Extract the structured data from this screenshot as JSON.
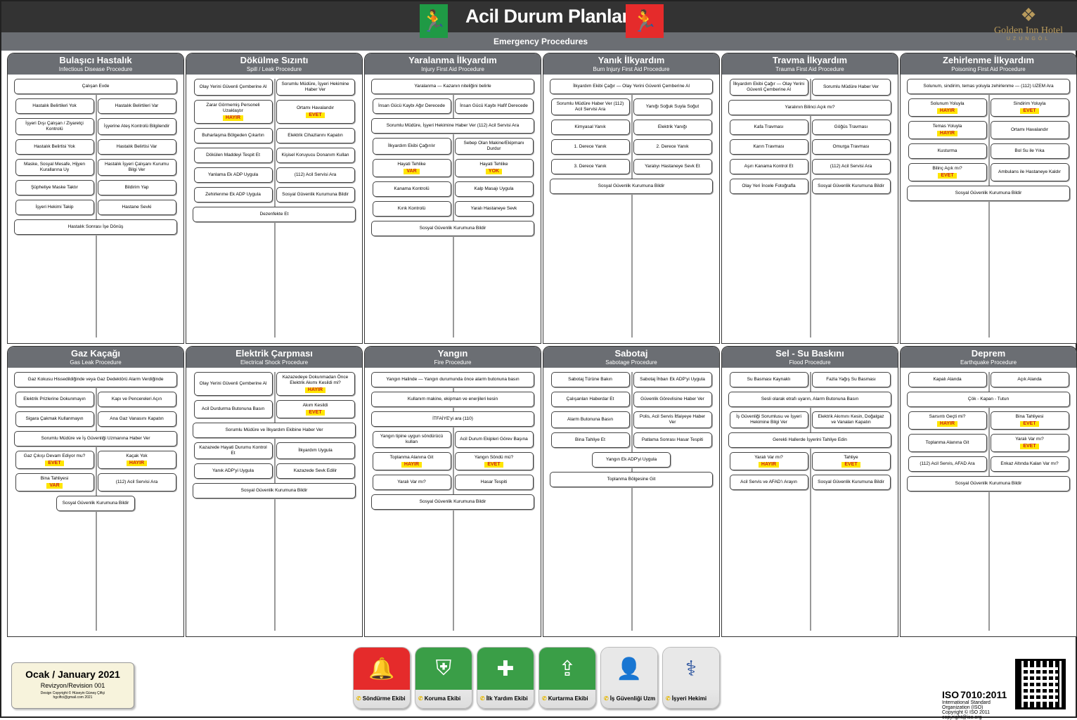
{
  "header": {
    "title": "Acil Durum Planları",
    "subtitle": "Emergency Procedures",
    "logo_name": "Golden Inn Hotel",
    "logo_sub": "UZUNGÖL"
  },
  "panels": [
    {
      "title": "Bulaşıcı Hastalık",
      "subtitle": "Infectious Disease Procedure",
      "nodes": [
        {
          "t": "Çalışan Evde",
          "w": "w"
        },
        {
          "t": "Hastalık Belirtileri Yok"
        },
        {
          "t": "Hastalık Belirtileri Var"
        },
        {
          "t": "İşyeri Dışı Çalışan / Ziyaretçi Kontrolü"
        },
        {
          "t": "İşyerine Ateş Kontrolü Bilgilendir"
        },
        {
          "t": "Hastalık Belirtisi Yok"
        },
        {
          "t": "Hastalık Belirtisi Var"
        },
        {
          "t": "Maske, Sosyal Mesafe, Hijyen Kurallarına Uy"
        },
        {
          "t": "Hastalık İşyeri Çalışanı Kurumu Bilgi Ver"
        },
        {
          "t": "Şüpheliye Maske Taktır"
        },
        {
          "t": "Bildirim Yap"
        },
        {
          "t": "İşyeri Hekimi Takip"
        },
        {
          "t": "Hastane Sevki"
        },
        {
          "t": "Hastalık Sonrası İşe Dönüş",
          "w": "w"
        }
      ]
    },
    {
      "title": "Dökülme Sızıntı",
      "subtitle": "Spill / Leak Procedure",
      "nodes": [
        {
          "t": "Olay Yerini Güvenli Çemberine Al"
        },
        {
          "t": "Sorumlu Müdüre, İşyeri Hekimine Haber Ver"
        },
        {
          "t": "Zarar Görmemiş Personeli Uzaklaştır",
          "tag": "HAYIR"
        },
        {
          "t": "Ortamı Havalandır",
          "tag": "EVET"
        },
        {
          "t": "Buharlaşma Bölgeden Çıkartın"
        },
        {
          "t": "Elektrik Cihazlarını Kapatın"
        },
        {
          "t": "Dökülen Maddeyi Tespit Et"
        },
        {
          "t": "Kişisel Koruyucu Donanım Kullan"
        },
        {
          "t": "Yanlama Ek ADP Uygula"
        },
        {
          "t": "(112) Acil Servisi Ara"
        },
        {
          "t": "Zehirlenme Ek ADP Uygula"
        },
        {
          "t": "Sosyal Güvenlik Kurumuna Bildir"
        },
        {
          "t": "Dezenfekte Et",
          "w": "w"
        }
      ]
    },
    {
      "title": "Yaralanma İlkyardım",
      "subtitle": "Injury First Aid Procedure",
      "nodes": [
        {
          "t": "Yaralanma — Kazanın niteliğini belirle",
          "w": "w"
        },
        {
          "t": "İnsan Gücü Kaybı Ağır Derecede"
        },
        {
          "t": "İnsan Gücü Kaybı Hafif Derecede"
        },
        {
          "t": "Sorumlu Müdüre, İşyeri Hekimine Haber Ver (112) Acil Servisi Ara",
          "w": "w"
        },
        {
          "t": "İlkyardım Ekibi Çağırılır"
        },
        {
          "t": "Sebep Olan Makine/Ekipmanı Durdur"
        },
        {
          "t": "Hayati Tehlike",
          "tag": "VAR"
        },
        {
          "t": "Hayati Tehlike",
          "tag": "YOK"
        },
        {
          "t": "Kanama Kontrolü"
        },
        {
          "t": "Kalp Masajı Uygula"
        },
        {
          "t": "Kırık Kontrolü"
        },
        {
          "t": "Yaralı Hastaneye Sevk"
        },
        {
          "t": "Sosyal Güvenlik Kurumuna Bildir",
          "w": "w"
        }
      ]
    },
    {
      "title": "Yanık İlkyardım",
      "subtitle": "Burn Injury First Aid Procedure",
      "nodes": [
        {
          "t": "İlkyardım Ekibi Çağır — Olay Yerini Güvenli Çemberine Al",
          "w": "w"
        },
        {
          "t": "Sorumlu Müdüre Haber Ver (112) Acil Servisi Ara"
        },
        {
          "t": "Yanığı Soğuk Suyla Soğut"
        },
        {
          "t": "Kimyasal Yanık"
        },
        {
          "t": "Elektrik Yanığı"
        },
        {
          "t": "1. Derece Yanık"
        },
        {
          "t": "2. Derece Yanık"
        },
        {
          "t": "3. Derece Yanık"
        },
        {
          "t": "Yaralıyı Hastaneye Sevk Et"
        },
        {
          "t": "Sosyal Güvenlik Kurumuna Bildir",
          "w": "w"
        }
      ]
    },
    {
      "title": "Travma İlkyardım",
      "subtitle": "Trauma First Aid Procedure",
      "nodes": [
        {
          "t": "İlkyardım Ekibi Çağır — Olay Yerini Güvenli Çemberine Al"
        },
        {
          "t": "Sorumlu Müdüre Haber Ver"
        },
        {
          "t": "Yaralının Bilinci Açık mı?",
          "w": "w"
        },
        {
          "t": "Kafa Travması"
        },
        {
          "t": "Göğüs Travması"
        },
        {
          "t": "Karın Travması"
        },
        {
          "t": "Omurga Travması"
        },
        {
          "t": "Aşırı Kanama Kontrol Et"
        },
        {
          "t": "(112) Acil Servisi Ara"
        },
        {
          "t": "Olay Yeri İncele Fotoğrafla"
        },
        {
          "t": "Sosyal Güvenlik Kurumuna Bildir"
        }
      ]
    },
    {
      "title": "Zehirlenme İlkyardım",
      "subtitle": "Poisoning First Aid Procedure",
      "nodes": [
        {
          "t": "Solunum, sindirim, temas yoluyla zehirlenme — (112) UZEM Ara",
          "w": "w"
        },
        {
          "t": "Solunum Yoluyla",
          "tag": "HAYIR"
        },
        {
          "t": "Sindirim Yoluyla",
          "tag": "EVET"
        },
        {
          "t": "Temas Yoluyla",
          "tag": "HAYIR"
        },
        {
          "t": "Ortamı Havalandır"
        },
        {
          "t": "Kusturma"
        },
        {
          "t": "Bol Su ile Yıka"
        },
        {
          "t": "Bilinç Açık mı?",
          "tag": "EVET"
        },
        {
          "t": "Ambulans ile Hastaneye Kaldır"
        },
        {
          "t": "Sosyal Güvenlik Kurumuna Bildir",
          "w": "w"
        }
      ]
    },
    {
      "title": "Gaz Kaçağı",
      "subtitle": "Gas Leak Procedure",
      "nodes": [
        {
          "t": "Gaz Kokusu Hissedildiğinde veya Gaz Dedektörü Alarm Verdiğinde",
          "w": "w"
        },
        {
          "t": "Elektrik Prizlerine Dokunmayın"
        },
        {
          "t": "Kapı ve Pencereleri Açın"
        },
        {
          "t": "Sigara Çakmak Kullanmayın"
        },
        {
          "t": "Ana Gaz Vanasını Kapatın"
        },
        {
          "t": "Sorumlu Müdüre ve İş Güvenliği Uzmanına Haber Ver",
          "w": "w"
        },
        {
          "t": "Gaz Çıkışı Devam Ediyor mu?",
          "tag": "EVET"
        },
        {
          "t": "Kaçak Yok",
          "tag": "HAYIR"
        },
        {
          "t": "Bina Tahliyesi",
          "tag": "VAR"
        },
        {
          "t": "(112) Acil Servisi Ara"
        },
        {
          "t": "Sosyal Güvenlik Kurumuna Bildir"
        }
      ]
    },
    {
      "title": "Elektrik Çarpması",
      "subtitle": "Electrical Shock Procedure",
      "nodes": [
        {
          "t": "Olay Yerini Güvenli Çemberine Al"
        },
        {
          "t": "Kazazedeye Dokunmadan Önce Elektrik Akımı Kesildi mi?",
          "tag": "HAYIR"
        },
        {
          "t": "Acil Durdurma Butonuna Basın"
        },
        {
          "t": "Akım Kesildi",
          "tag": "EVET"
        },
        {
          "t": "Sorumlu Müdüre ve İlkyardım Ekibine Haber Ver",
          "w": "w"
        },
        {
          "t": "Kazazede Hayati Durumu Kontrol Et"
        },
        {
          "t": "İlkyardım Uygula"
        },
        {
          "t": "Yanık ADP'yi Uygula"
        },
        {
          "t": "Kazazede Sevk Edilir"
        },
        {
          "t": "Sosyal Güvenlik Kurumuna Bildir",
          "w": "w"
        }
      ]
    },
    {
      "title": "Yangın",
      "subtitle": "Fire Procedure",
      "nodes": [
        {
          "t": "Yangın Halinde — Yangın durumunda önce alarm butonuna basın",
          "w": "w"
        },
        {
          "t": "Kullanım makine, ekipman ve enerjileri kesin",
          "w": "w"
        },
        {
          "t": "İTFAİYE'yi ara (110)",
          "w": "w"
        },
        {
          "t": "Yangın tipine uygun söndürücü kullan"
        },
        {
          "t": "Acil Durum Ekipleri Görev Başına"
        },
        {
          "t": "Toplanma Alanına Git",
          "tag": "HAYIR"
        },
        {
          "t": "Yangın Söndü mü?",
          "tag": "EVET"
        },
        {
          "t": "Yaralı Var mı?"
        },
        {
          "t": "Hasar Tespiti"
        },
        {
          "t": "Sosyal Güvenlik Kurumuna Bildir",
          "w": "w"
        }
      ]
    },
    {
      "title": "Sabotaj",
      "subtitle": "Sabotage Procedure",
      "nodes": [
        {
          "t": "Sabotaj Türüne Bakın"
        },
        {
          "t": "Sabotaj İhbarı Ek ADP'yi Uygula"
        },
        {
          "t": "Çalışanları Haberdar Et"
        },
        {
          "t": "Güvenlik Görevlisine Haber Ver"
        },
        {
          "t": "Alarm Butonuna Basın"
        },
        {
          "t": "Polis, Acil Servis İtfaiyeye Haber Ver"
        },
        {
          "t": "Bina Tahliye Et"
        },
        {
          "t": "Patlama Sonrası Hasar Tespiti"
        },
        {
          "t": "Yangın Ek ADP'yi Uygula"
        },
        {
          "t": "Toplanma Bölgesine Git",
          "w": "w"
        }
      ]
    },
    {
      "title": "Sel - Su Baskını",
      "subtitle": "Flood Procedure",
      "nodes": [
        {
          "t": "Su Basması Kaynaklı"
        },
        {
          "t": "Fazla Yağış Su Basması"
        },
        {
          "t": "Sesli olarak etrafı uyarın, Alarm Butonuna Basın",
          "w": "w"
        },
        {
          "t": "İş Güvenliği Sorumlusu ve İşyeri Hekimine Bilgi Ver"
        },
        {
          "t": "Elektrik Akımını Kesin, Doğalgaz ve Vanaları Kapatın"
        },
        {
          "t": "Gerekli Hallerde İşyerini Tahliye Edin",
          "w": "w"
        },
        {
          "t": "Yaralı Var mı?",
          "tag": "HAYIR"
        },
        {
          "t": "Tahliye",
          "tag": "EVET"
        },
        {
          "t": "Acil Servis ve AFAD'ı Arayın"
        },
        {
          "t": "Sosyal Güvenlik Kurumuna Bildir"
        }
      ]
    },
    {
      "title": "Deprem",
      "subtitle": "Earthquake Procedure",
      "nodes": [
        {
          "t": "Kapalı Alanda"
        },
        {
          "t": "Açık Alanda"
        },
        {
          "t": "Çök - Kapan - Tutun",
          "w": "w"
        },
        {
          "t": "Sarsıntı Geçti mi?",
          "tag": "HAYIR"
        },
        {
          "t": "Bina Tahliyesi",
          "tag": "EVET"
        },
        {
          "t": "Toplanma Alanına Git"
        },
        {
          "t": "Yaralı Var mı?",
          "tag": "EVET"
        },
        {
          "t": "(112) Acil Servis, AFAD Ara"
        },
        {
          "t": "Enkaz Altında Kalan Var mı?"
        },
        {
          "t": "Sosyal Güvenlik Kurumuna Bildir",
          "w": "w"
        }
      ]
    }
  ],
  "revision": {
    "date": "Ocak / January 2021",
    "revision": "Revizyon/Revision  001",
    "copyright": "Design Copyright © Hüseyin Güneş Çiftçi",
    "email": "hgciftci@gmail.com 2021"
  },
  "teams": [
    {
      "label": "Söndürme Ekibi",
      "icon": "fire-alarm-icon",
      "color": "#e52b2b",
      "glyph": "🔔"
    },
    {
      "label": "Koruma Ekibi",
      "icon": "protection-icon",
      "color": "#3a9e47",
      "glyph": "⛨"
    },
    {
      "label": "İlk Yardım Ekibi",
      "icon": "first-aid-icon",
      "color": "#3a9e47",
      "glyph": "✚"
    },
    {
      "label": "Kurtarma Ekibi",
      "icon": "rescue-icon",
      "color": "#3a9e47",
      "glyph": "⇪"
    },
    {
      "label": "İş Güvenliği Uzm",
      "icon": "safety-expert-icon",
      "color": "#e8e8e8",
      "glyph": "👤"
    },
    {
      "label": "İşyeri Hekimi",
      "icon": "doctor-icon",
      "color": "#e8e8e8",
      "glyph": "⚕"
    }
  ],
  "iso": {
    "code": "7010:2011",
    "desc": "International Standard Organization (ISO)",
    "copy": "Copyright © ISO 2011 copyright@iso.org",
    "logo": "ISO"
  }
}
